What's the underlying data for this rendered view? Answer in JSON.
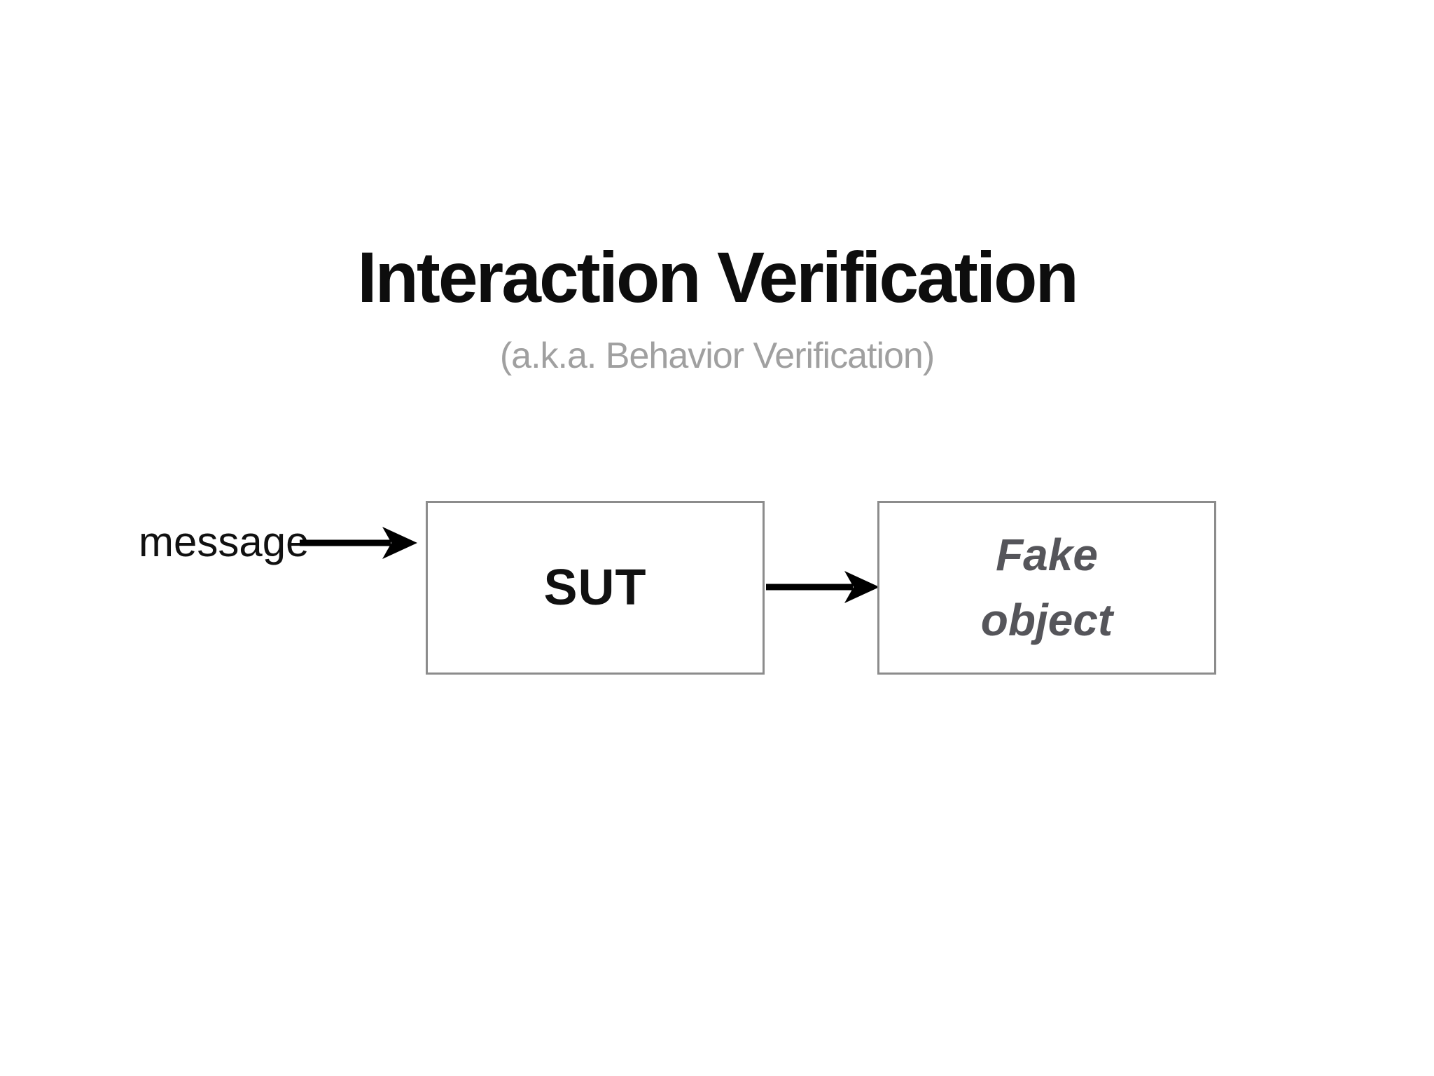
{
  "slide": {
    "title": "Interaction Verification",
    "subtitle": "(a.k.a. Behavior Verification)",
    "diagram": {
      "message_label": "message",
      "sut_box": {
        "label": "SUT"
      },
      "fake_box": {
        "label": "Fake object",
        "lines": [
          "Fake",
          "object"
        ]
      }
    },
    "colors": {
      "background": "#ffffff",
      "title_text": "#0d0d0d",
      "subtitle_text": "#a0a0a0",
      "message_text": "#111111",
      "box_border": "#8c8c8c",
      "box_fill": "#ffffff",
      "sut_text": "#111111",
      "fake_text": "#55555a",
      "arrow": "#000000"
    }
  }
}
